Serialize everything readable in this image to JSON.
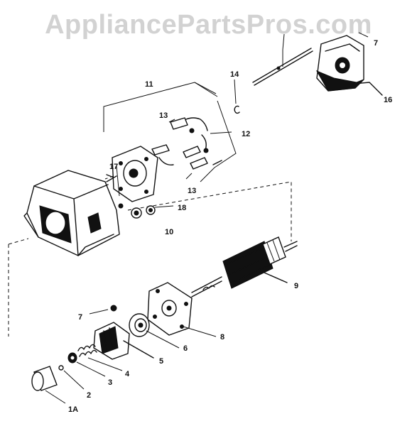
{
  "watermark": "AppliancePartsPros.com",
  "labels": {
    "l7a": "7",
    "l16": "16",
    "l14": "14",
    "l11": "11",
    "l13a": "13",
    "l12": "12",
    "l13b": "13",
    "l17": "17",
    "l18": "18",
    "l10": "10",
    "l9": "9",
    "l7b": "7",
    "l8": "8",
    "l6": "6",
    "l5": "5",
    "l4": "4",
    "l3": "3",
    "l2": "2",
    "l1a": "1A"
  }
}
